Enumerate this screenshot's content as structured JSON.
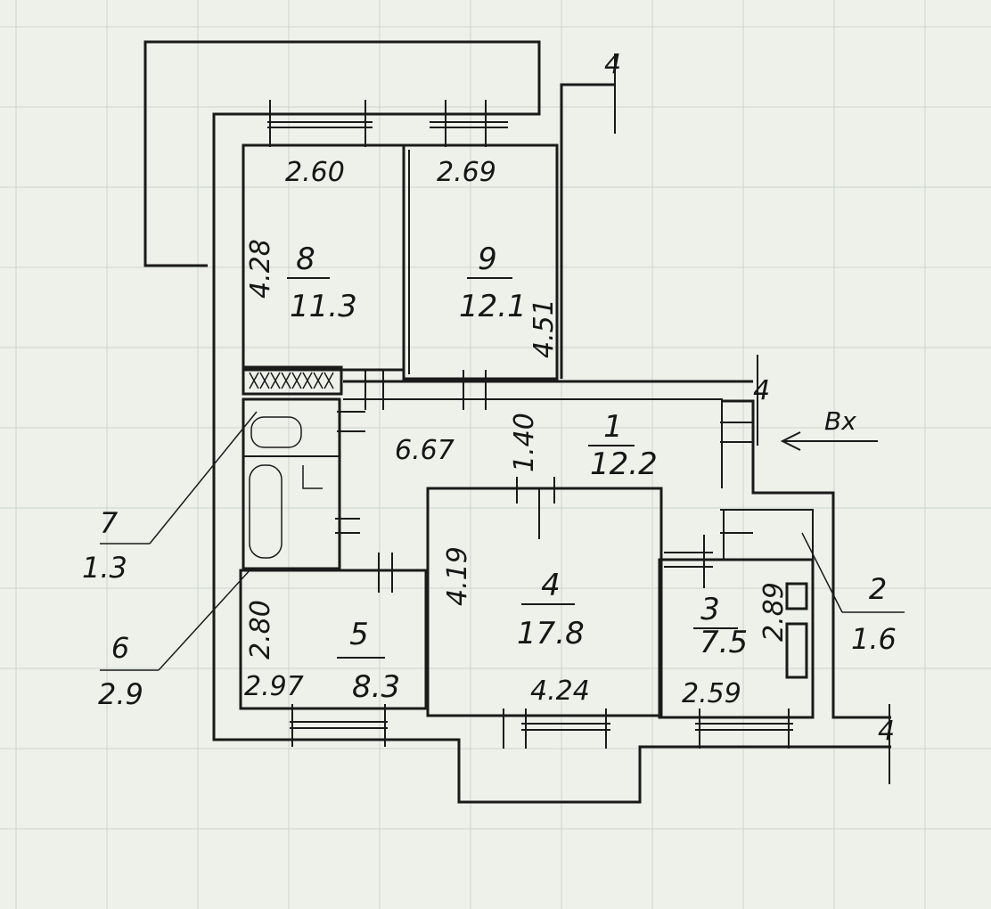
{
  "entrance_label": "Вх",
  "rooms": [
    {
      "number": "8",
      "area": "11.3",
      "width": "2.60",
      "length": "4.28"
    },
    {
      "number": "9",
      "area": "12.1",
      "width": "2.69",
      "length": "4.51"
    },
    {
      "number": "1",
      "area": "12.2",
      "width": "6.67",
      "length": "1.40"
    },
    {
      "number": "4",
      "area": "17.8",
      "width": "4.24",
      "length": "4.19"
    },
    {
      "number": "5",
      "area": "8.3",
      "width": "2.97",
      "length": "2.80"
    },
    {
      "number": "3",
      "area": "7.5",
      "width": "2.59",
      "length": "2.89"
    }
  ],
  "callouts": [
    {
      "number": "7",
      "area": "1.3"
    },
    {
      "number": "6",
      "area": "2.9"
    },
    {
      "number": "2",
      "area": "1.6"
    }
  ],
  "section_marks": [
    "4",
    "4",
    "4"
  ]
}
